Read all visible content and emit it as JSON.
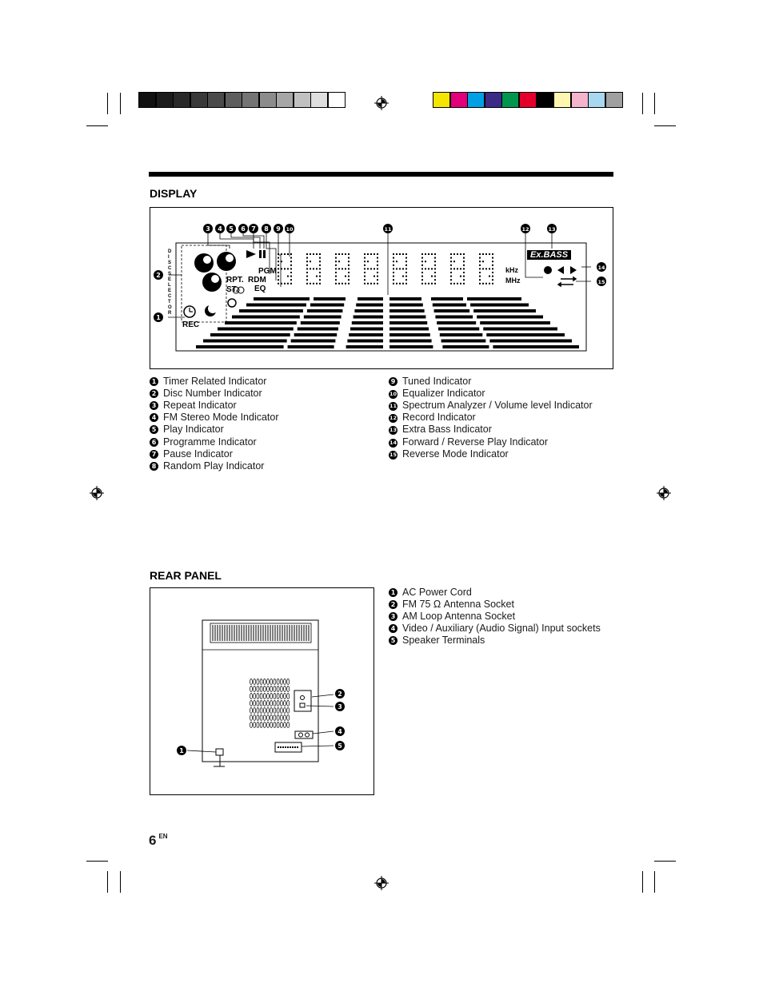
{
  "display": {
    "heading": "DISPLAY",
    "labels": {
      "rpt": "RPT.",
      "st": "ST.",
      "pgm": "PGM",
      "rdm": "RDM",
      "eq": "EQ",
      "rec": "REC",
      "khz": "kHz",
      "mhz": "MHz",
      "exbass": "Ex.BASS",
      "disc_selector": "DISC SELECTOR"
    },
    "legend_left": [
      {
        "n": "1",
        "text": "Timer Related Indicator"
      },
      {
        "n": "2",
        "text": "Disc Number Indicator"
      },
      {
        "n": "3",
        "text": "Repeat Indicator"
      },
      {
        "n": "4",
        "text": "FM Stereo Mode Indicator"
      },
      {
        "n": "5",
        "text": "Play Indicator"
      },
      {
        "n": "6",
        "text": "Programme Indicator"
      },
      {
        "n": "7",
        "text": "Pause Indicator"
      },
      {
        "n": "8",
        "text": "Random Play Indicator"
      }
    ],
    "legend_right": [
      {
        "n": "9",
        "text": "Tuned Indicator"
      },
      {
        "n": "10",
        "text": "Equalizer Indicator"
      },
      {
        "n": "11",
        "text": "Spectrum Analyzer / Volume level Indicator"
      },
      {
        "n": "12",
        "text": "Record Indicator"
      },
      {
        "n": "13",
        "text": "Extra Bass Indicator"
      },
      {
        "n": "14",
        "text": "Forward / Reverse Play Indicator"
      },
      {
        "n": "15",
        "text": "Reverse Mode Indicator"
      }
    ]
  },
  "rear": {
    "heading": "REAR PANEL",
    "legend": [
      {
        "n": "1",
        "text": "AC Power Cord"
      },
      {
        "n": "2",
        "text": "FM 75 Ω Antenna Socket"
      },
      {
        "n": "3",
        "text": "AM Loop Antenna Socket"
      },
      {
        "n": "4",
        "text": "Video / Auxiliary (Audio Signal) Input sockets"
      },
      {
        "n": "5",
        "text": "Speaker Terminals"
      }
    ]
  },
  "page": {
    "number": "6",
    "suffix": "EN"
  },
  "colors": {
    "gray_swatches": [
      "#111111",
      "#1c1c1c",
      "#2a2a2a",
      "#393939",
      "#4a4a4a",
      "#5e5e5e",
      "#747474",
      "#8c8c8c",
      "#a6a6a6",
      "#c1c1c1",
      "#dedede",
      "#ffffff"
    ],
    "color_swatches": [
      "#f5e600",
      "#e2007a",
      "#00a0e4",
      "#3b2a86",
      "#00964e",
      "#e4002b",
      "#000000",
      "#fff6b0",
      "#f5b4cc",
      "#a8d8f0",
      "#a0a0a0"
    ]
  }
}
